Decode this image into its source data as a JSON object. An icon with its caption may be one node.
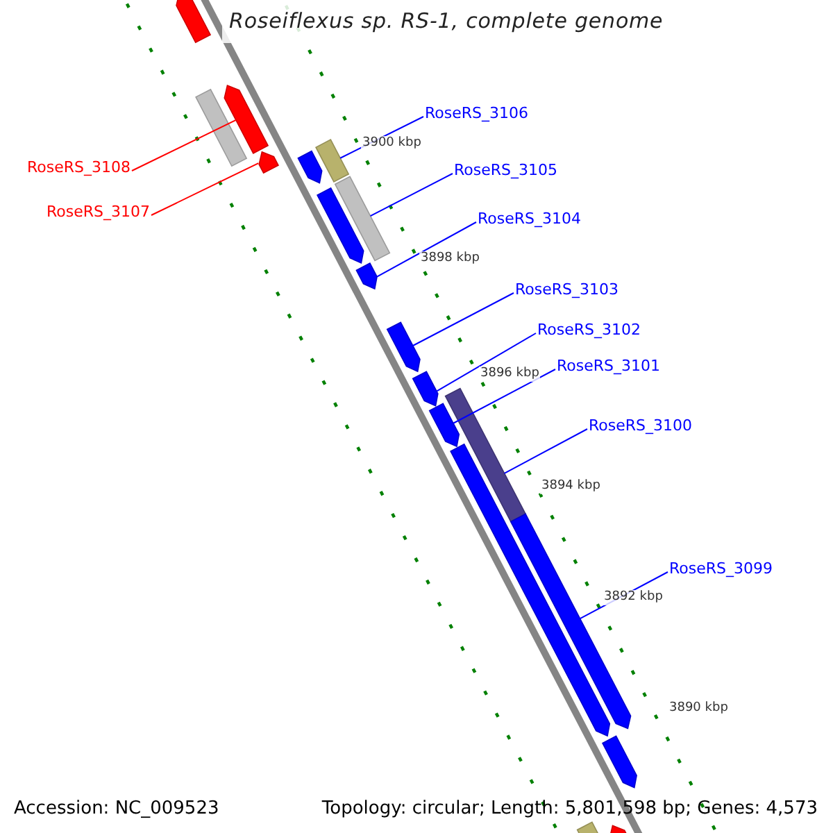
{
  "diagram": {
    "title": "Roseiflexus sp. RS-1, complete genome",
    "nodes": [
      {
        "text": [
          "RoseRS_3106"
        ]
      },
      {
        "text": [
          "RoseRS_3108"
        ]
      },
      {
        "text": [
          "RoseRS_3105"
        ]
      },
      {
        "text": [
          "RoseRS_3107"
        ]
      },
      {
        "text": [
          "RoseRS_3104"
        ]
      },
      {
        "text": [
          "RoseRS_3103"
        ]
      },
      {
        "text": [
          "RoseRS_3102"
        ]
      },
      {
        "text": [
          "RoseRS_3101"
        ]
      },
      {
        "text": [
          "RoseRS_3100"
        ]
      },
      {
        "text": [
          "RoseRS_3099"
        ]
      },
      {
        "text": [],
        "shape": "bar"
      },
      {
        "text": [],
        "shape": "box"
      },
      {
        "text": [],
        "shape": "bar"
      },
      {
        "text": [],
        "shape": "bar"
      },
      {
        "text": [],
        "shape": "box"
      },
      {
        "text": [],
        "shape": "bar"
      },
      {
        "text": [],
        "shape": "box"
      },
      {
        "text": [],
        "shape": "bar"
      },
      {
        "text": [],
        "shape": "bar"
      },
      {
        "text": [],
        "shape": "bar"
      },
      {
        "text": [],
        "shape": "bar"
      },
      {
        "text": [],
        "shape": "box"
      },
      {
        "text": [],
        "shape": "bar"
      },
      {
        "text": [],
        "shape": "bar"
      },
      {
        "text": [],
        "shape": "bar"
      },
      {
        "text": [],
        "shape": "bar"
      },
      {
        "text": [],
        "shape": "bar"
      },
      {
        "text": [],
        "shape": "box"
      }
    ],
    "edges": [
      {
        "from": 0,
        "to": 14,
        "arrow": "none"
      },
      {
        "from": 1,
        "to": 12,
        "arrow": "none",
        "color": "#ff0000"
      },
      {
        "from": 2,
        "to": 16,
        "arrow": "none"
      },
      {
        "from": 3,
        "to": 13,
        "arrow": "none",
        "color": "#ff0000"
      },
      {
        "from": 4,
        "to": 18,
        "arrow": "none"
      },
      {
        "from": 5,
        "to": 19,
        "arrow": "none"
      },
      {
        "from": 6,
        "to": 20,
        "arrow": "none"
      },
      {
        "from": 7,
        "to": 22,
        "arrow": "none"
      },
      {
        "from": 8,
        "to": 21,
        "arrow": "none"
      },
      {
        "from": 9,
        "to": 24,
        "arrow": "none"
      }
    ],
    "labels": [
      "3900 kbp",
      "3898 kbp",
      "3896 kbp",
      "3894 kbp",
      "3892 kbp",
      "3890 kbp",
      "Accession: NC_009523",
      "Topology: circular; Length: 5,801,598 bp; Genes: 4,573"
    ]
  }
}
